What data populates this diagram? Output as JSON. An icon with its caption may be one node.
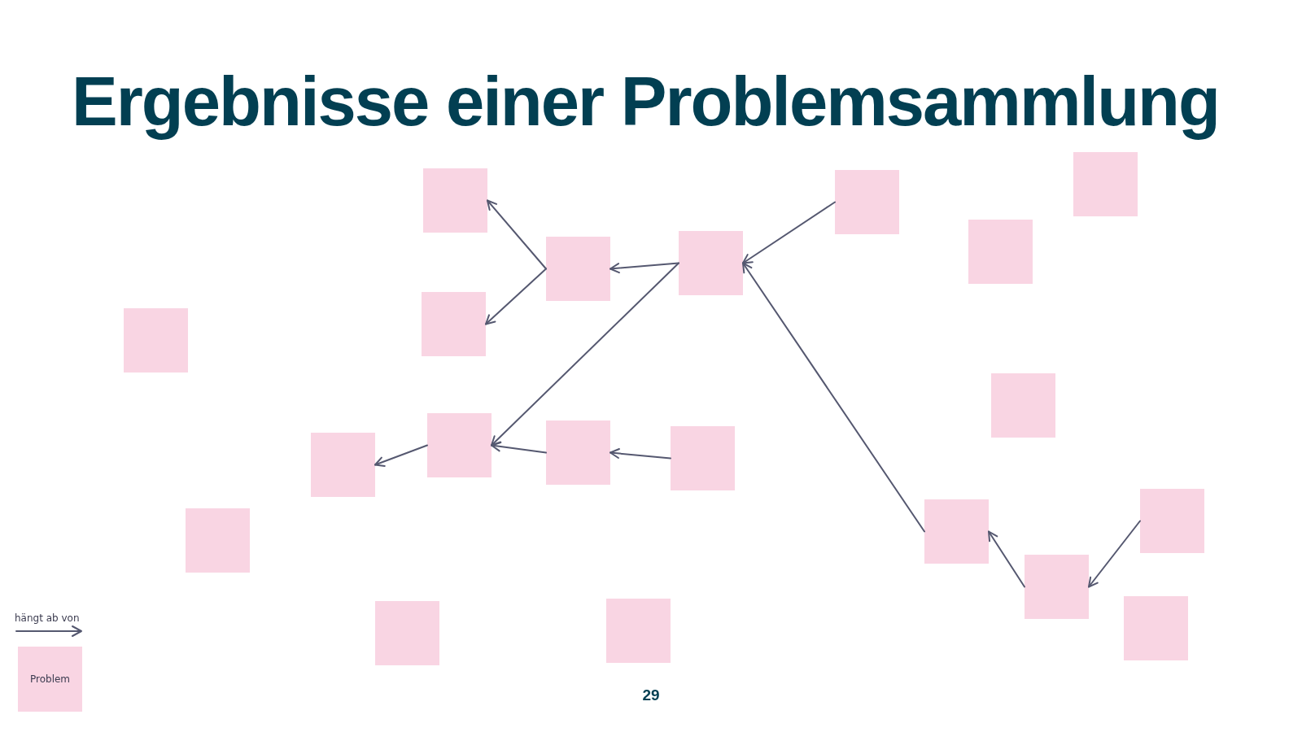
{
  "diagram": {
    "title": "Ergebnisse einer Problemsammlung",
    "nodes": [
      {
        "text": [],
        "shape": "box"
      },
      {
        "text": [],
        "shape": "box"
      },
      {
        "text": [],
        "shape": "box"
      },
      {
        "text": [],
        "shape": "box"
      },
      {
        "text": [],
        "shape": "box"
      },
      {
        "text": [],
        "shape": "box"
      },
      {
        "text": [],
        "shape": "box"
      },
      {
        "text": [],
        "shape": "box"
      },
      {
        "text": [],
        "shape": "box"
      },
      {
        "text": [],
        "shape": "box"
      },
      {
        "text": [],
        "shape": "box"
      },
      {
        "text": [],
        "shape": "box"
      },
      {
        "text": [],
        "shape": "box"
      },
      {
        "text": [],
        "shape": "box"
      },
      {
        "text": [],
        "shape": "box"
      },
      {
        "text": [],
        "shape": "box"
      },
      {
        "text": [],
        "shape": "box"
      },
      {
        "text": [],
        "shape": "box"
      },
      {
        "text": [],
        "shape": "box"
      },
      {
        "text": [],
        "shape": "box"
      }
    ],
    "edges": [
      {
        "from": 5,
        "to": 1,
        "arrow": "to"
      },
      {
        "from": 5,
        "to": 6,
        "arrow": "to"
      },
      {
        "from": 4,
        "to": 5,
        "arrow": "to"
      },
      {
        "from": 4,
        "to": 9,
        "arrow": "to"
      },
      {
        "from": 2,
        "to": 4,
        "arrow": "to"
      },
      {
        "from": 14,
        "to": 4,
        "arrow": "to"
      },
      {
        "from": 9,
        "to": 12,
        "arrow": "to"
      },
      {
        "from": 10,
        "to": 9,
        "arrow": "to"
      },
      {
        "from": 11,
        "to": 10,
        "arrow": "to"
      },
      {
        "from": 16,
        "to": 14,
        "arrow": "to"
      },
      {
        "from": 13,
        "to": 16,
        "arrow": "to"
      }
    ],
    "labels": [
      "29"
    ],
    "legend": [
      {
        "text": "hängt ab von"
      },
      {
        "text": "Problem",
        "color": "#f9d5e3"
      }
    ]
  }
}
